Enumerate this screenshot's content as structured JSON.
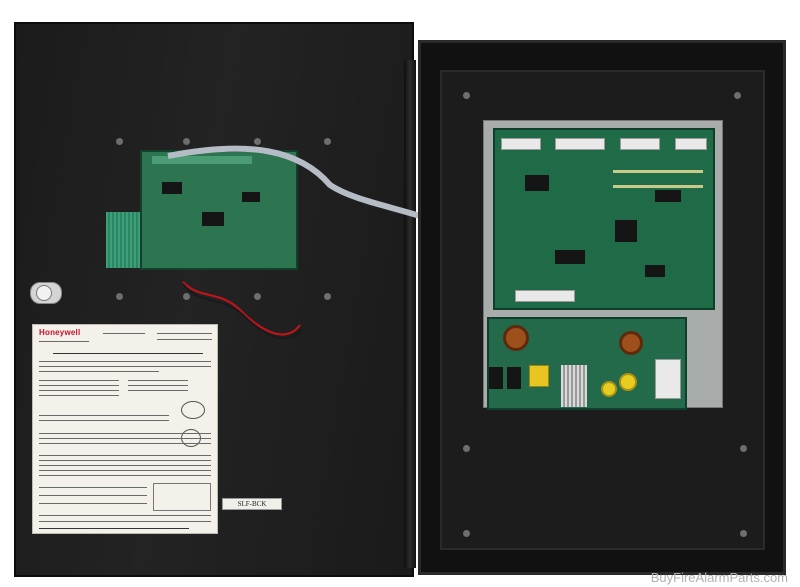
{
  "photo": {
    "subject": "fire-alarm-control-panel-cabinet-open"
  },
  "watermark": {
    "text": "BuyFireAlarmParts.com"
  },
  "label": {
    "brand": "Honeywell"
  },
  "panel": {
    "tag": "SLF-BCK"
  },
  "colors": {
    "enclosure": "#1c1c1c",
    "board": "#1f6a47",
    "label": "#f3f1ea",
    "brand_red": "#c8102e",
    "capacitor": "#e7cd1f"
  }
}
